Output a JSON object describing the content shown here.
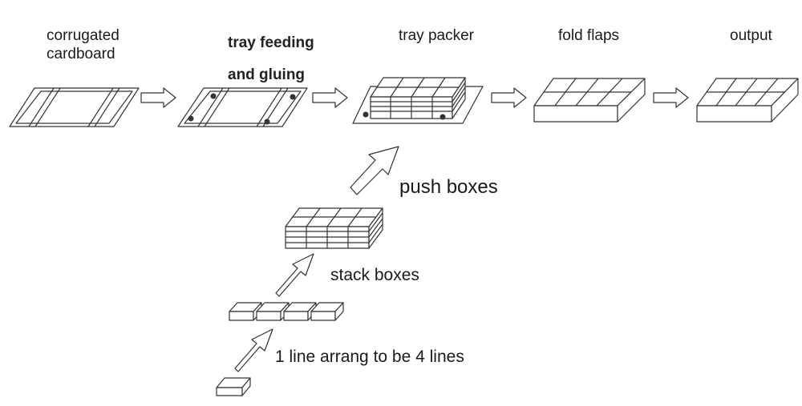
{
  "stages": [
    {
      "id": "corrugated",
      "label_lines": [
        "corrugated",
        "cardboard"
      ]
    },
    {
      "id": "tray-feeding",
      "label_lines": [
        "tray feeding",
        "and gluing"
      ]
    },
    {
      "id": "tray-packer",
      "label_lines": [
        "tray packer"
      ]
    },
    {
      "id": "fold-flaps",
      "label_lines": [
        "fold flaps"
      ]
    },
    {
      "id": "output",
      "label_lines": [
        "output"
      ]
    }
  ],
  "steps": {
    "push": "push boxes",
    "stack": "stack boxes",
    "arrange": "1 line arrang to be 4 lines"
  }
}
